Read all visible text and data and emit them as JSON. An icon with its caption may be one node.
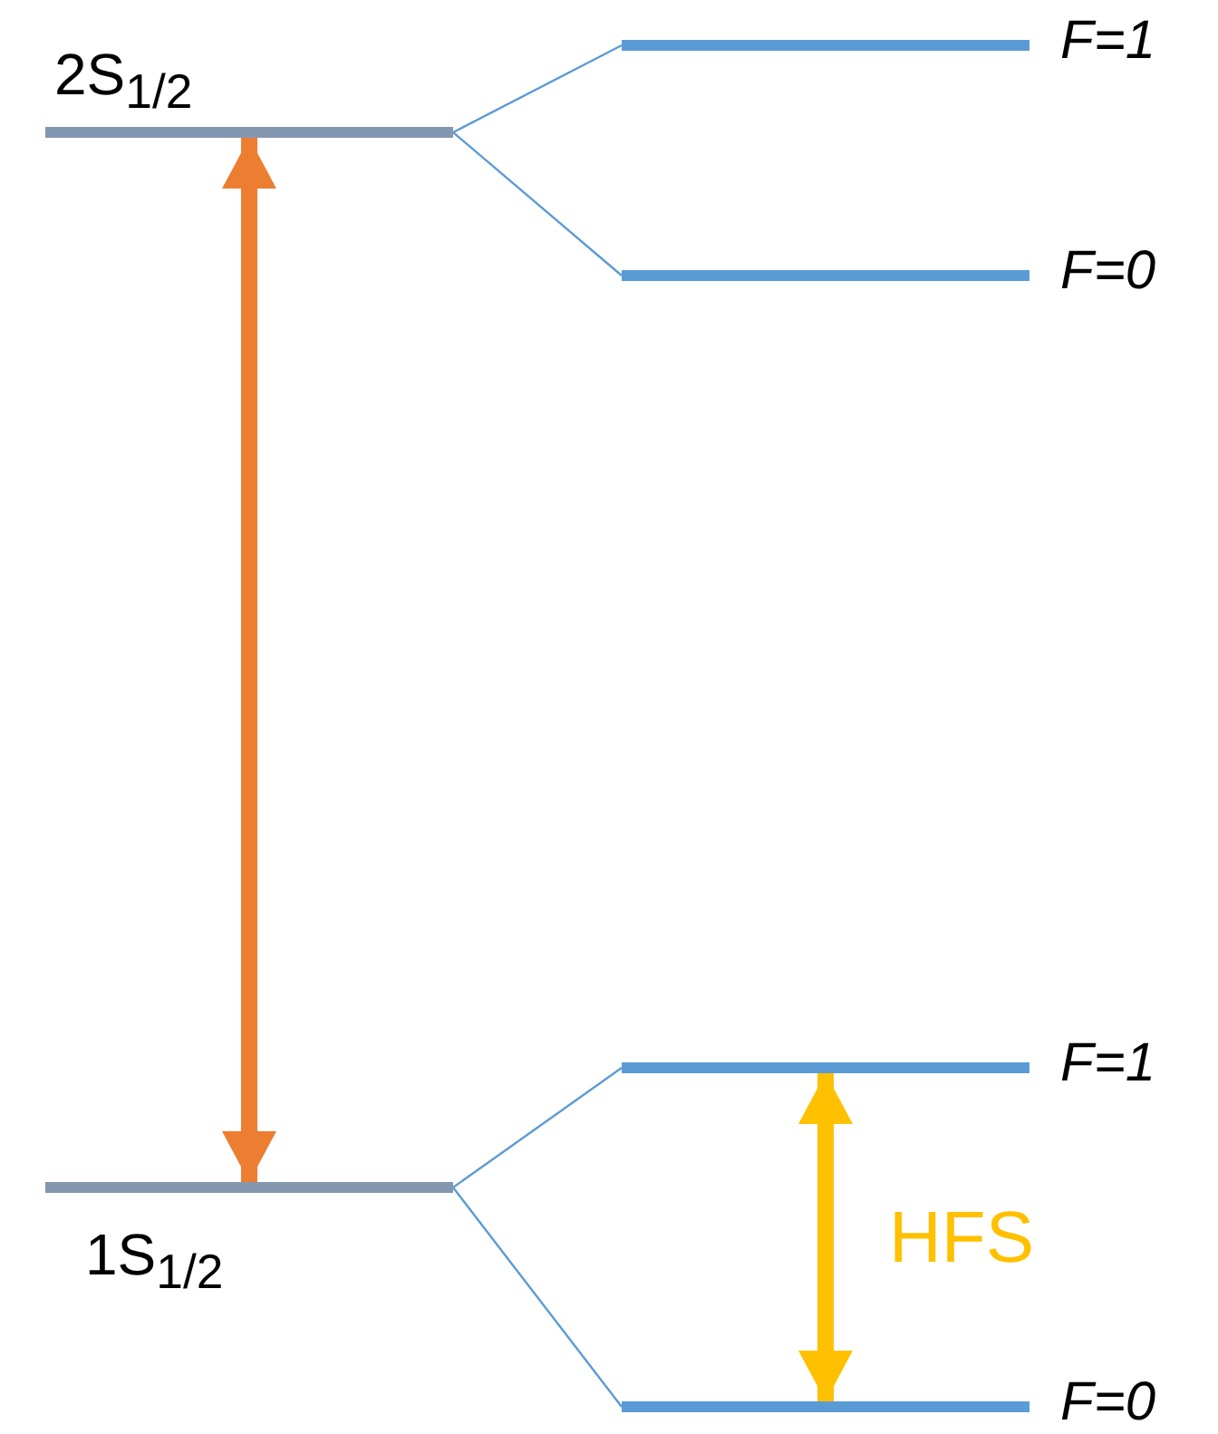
{
  "diagram": {
    "nodes": [
      {
        "text": [
          "2S$_{1/2}$"
        ]
      },
      {
        "text": [
          "F=1"
        ]
      },
      {
        "text": [
          "F=0"
        ]
      },
      {
        "text": [
          "1S$_{1/2}$"
        ]
      },
      {
        "text": [
          "F=1"
        ]
      },
      {
        "text": [
          "F=0"
        ]
      }
    ],
    "edges": [
      {
        "from": 0,
        "to": 1,
        "arrow": "none"
      },
      {
        "from": 0,
        "to": 2,
        "arrow": "none"
      },
      {
        "from": 0,
        "to": 3,
        "arrow": "both",
        "style": "thick",
        "color": "#ed7d31"
      },
      {
        "from": 3,
        "to": 4,
        "arrow": "none"
      },
      {
        "from": 3,
        "to": 5,
        "arrow": "none"
      },
      {
        "from": 4,
        "to": 5,
        "arrow": "both",
        "label": "HFS",
        "style": "thick",
        "color": "#ffc000"
      }
    ]
  }
}
